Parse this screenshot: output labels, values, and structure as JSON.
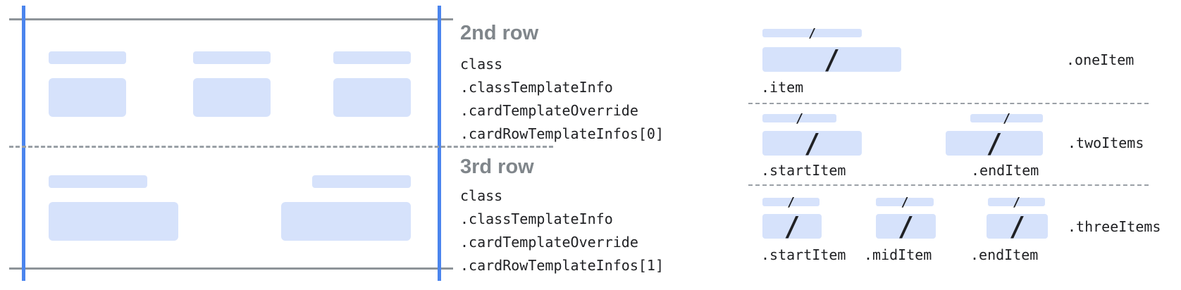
{
  "card": {
    "rows": [
      {
        "heading": "2nd row",
        "path": [
          "class",
          ".classTemplateInfo",
          ".cardTemplateOverride",
          ".cardRowTemplateInfos[0]"
        ]
      },
      {
        "heading": "3rd row",
        "path": [
          "class",
          ".classTemplateInfo",
          ".cardTemplateOverride",
          ".cardRowTemplateInfos[1]"
        ]
      }
    ]
  },
  "legend": {
    "sections": [
      {
        "name": ".oneItem",
        "items": [
          ".item"
        ]
      },
      {
        "name": ".twoItems",
        "items": [
          ".startItem",
          ".endItem"
        ]
      },
      {
        "name": ".threeItems",
        "items": [
          ".startItem",
          ".midItem",
          ".endItem"
        ]
      }
    ]
  },
  "glyphs": {
    "slash": "/"
  },
  "colors": {
    "guide_blue": "#4B85EE",
    "placeholder_blue": "#D6E2FB",
    "line_gray": "#8E9499",
    "divider_gray": "#9AA0A6",
    "heading_gray": "#80868B",
    "text_dark": "#202124"
  }
}
